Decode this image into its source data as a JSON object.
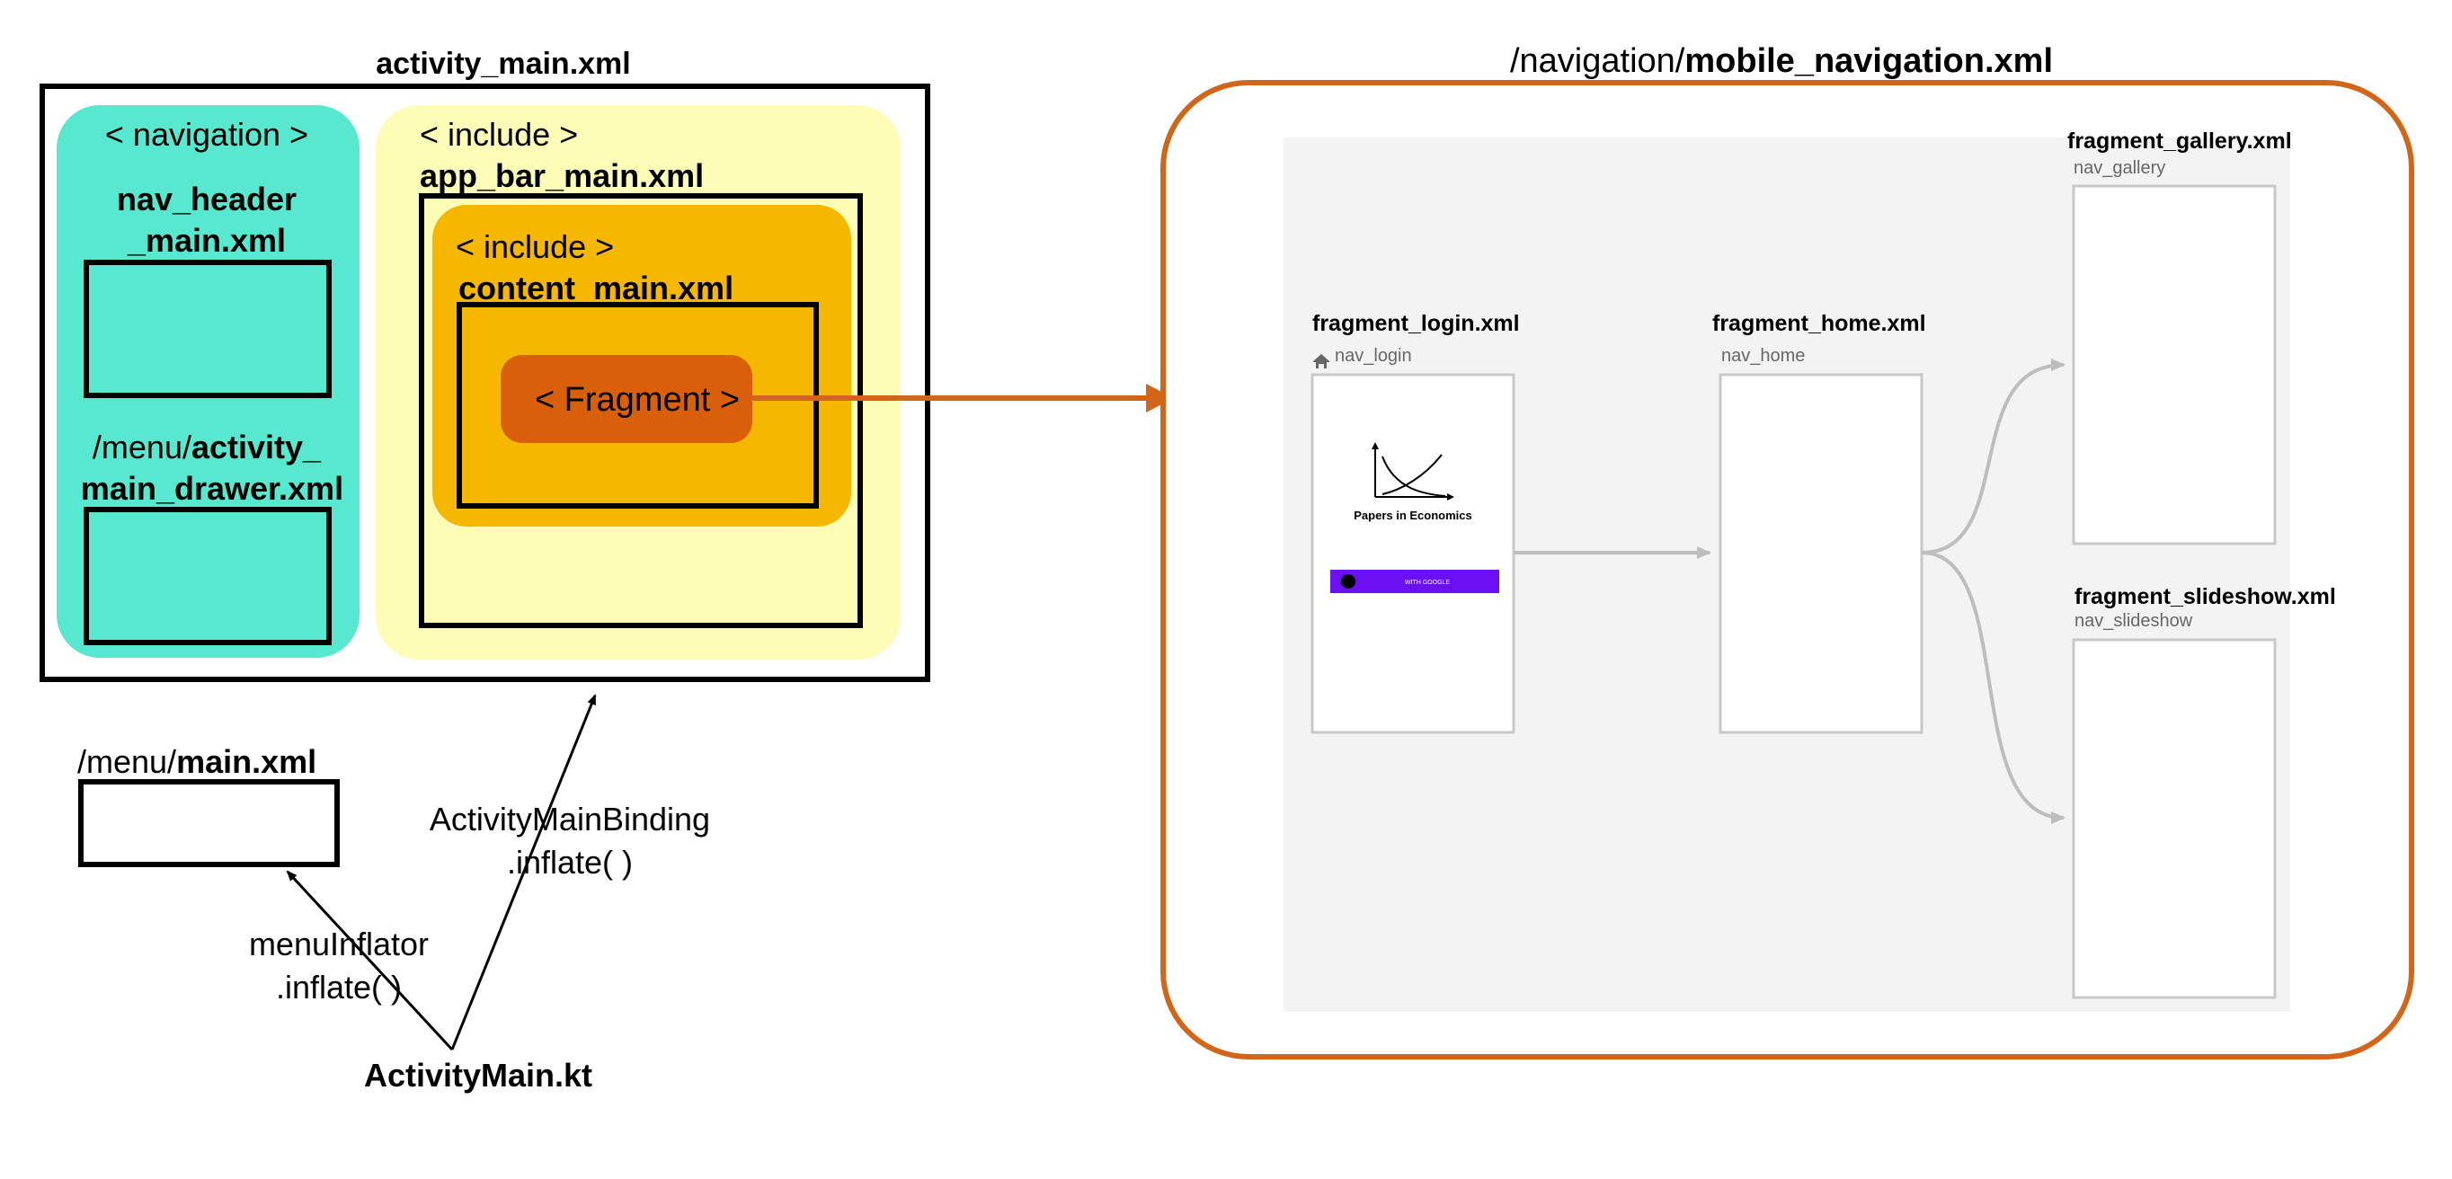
{
  "activity_main": {
    "title": "activity_main.xml",
    "nav_panel": {
      "tag": "< navigation >",
      "header_line1": "nav_header",
      "header_line2": "_main.xml",
      "menu_prefix": "/menu/",
      "menu_bold1": "activity_",
      "menu_line2": "main_drawer.xml"
    },
    "app_bar": {
      "tag": "< include >",
      "file": "app_bar_main.xml"
    },
    "content": {
      "tag": "< include >",
      "file": "content_main.xml"
    },
    "fragment": "< Fragment >"
  },
  "main_menu": {
    "prefix": "/menu/",
    "file": "main.xml"
  },
  "binding": {
    "line1": "ActivityMainBinding",
    "line2": ".inflate( )"
  },
  "menu_inflator": {
    "line1": "menuInflator",
    "line2": ".inflate( )"
  },
  "activity_kt": "ActivityMain.kt",
  "navigation": {
    "prefix": "/navigation/",
    "file": "mobile_navigation.xml",
    "destinations": [
      {
        "title": "fragment_login.xml",
        "id": "nav_login"
      },
      {
        "title": "fragment_home.xml",
        "id": "nav_home"
      },
      {
        "title": "fragment_gallery.xml",
        "id": "nav_gallery"
      },
      {
        "title": "fragment_slideshow.xml",
        "id": "nav_slideshow"
      }
    ],
    "login_preview": {
      "caption": "Papers in Economics",
      "button": "WITH GOOGLE"
    }
  },
  "colors": {
    "teal": "#57e8cf",
    "pale_yellow": "#fdfdb7",
    "gold": "#f6b700",
    "rust": "#d9600a",
    "orange_border": "#d1661a",
    "canvas": "#f3f3f3",
    "purple": "#6a10f2"
  }
}
